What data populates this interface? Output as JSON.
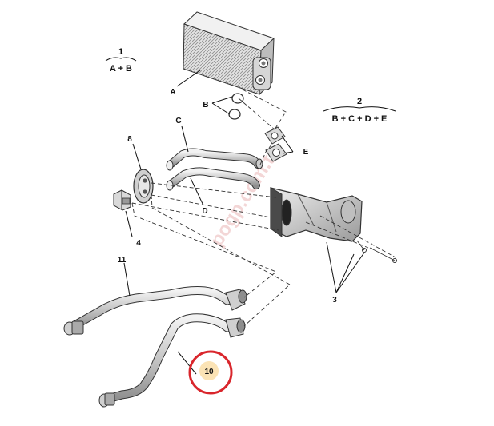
{
  "groups": [
    {
      "number": "1",
      "formula": "A + B"
    },
    {
      "number": "2",
      "formula": "B + C + D + E"
    }
  ],
  "part_labels": {
    "A": "A",
    "B": "B",
    "C": "C",
    "D": "D",
    "E": "E",
    "p3": "3",
    "p4": "4",
    "p8": "8",
    "p10": "10",
    "p11": "11"
  },
  "highlight": {
    "part": "10",
    "ring_color": "#d9262c",
    "fill_color": "#fbe3b5"
  },
  "watermark": {
    "text": "pogp.com.tr",
    "color": "#f3d6d6"
  },
  "colors": {
    "line": "#333333",
    "part_fill": "#d9d9d9",
    "part_dark": "#8a8a8a"
  }
}
